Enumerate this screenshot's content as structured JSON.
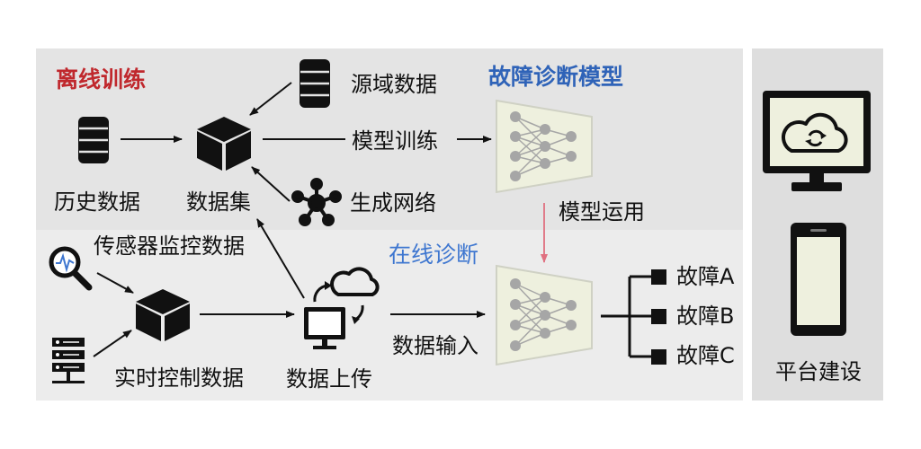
{
  "sections": {
    "offline_title": "离线训练",
    "online_title": "在线诊断",
    "model_title": "故障诊断模型",
    "platform_title": "平台建设"
  },
  "offline": {
    "history_data": "历史数据",
    "dataset": "数据集",
    "source_domain_data": "源域数据",
    "model_training": "模型训练",
    "generative_network": "生成网络"
  },
  "model_use": "模型运用",
  "online": {
    "sensor_monitor_data": "传感器监控数据",
    "realtime_control_data": "实时控制数据",
    "data_upload": "数据上传",
    "data_input": "数据输入"
  },
  "faults": [
    "故障A",
    "故障B",
    "故障C"
  ],
  "colors": {
    "offline_title": "#c0282d",
    "online_title": "#3f77d0",
    "model_title": "#2f63b8",
    "arrow_red": "#e07080",
    "model_fill": "#eef0de"
  }
}
